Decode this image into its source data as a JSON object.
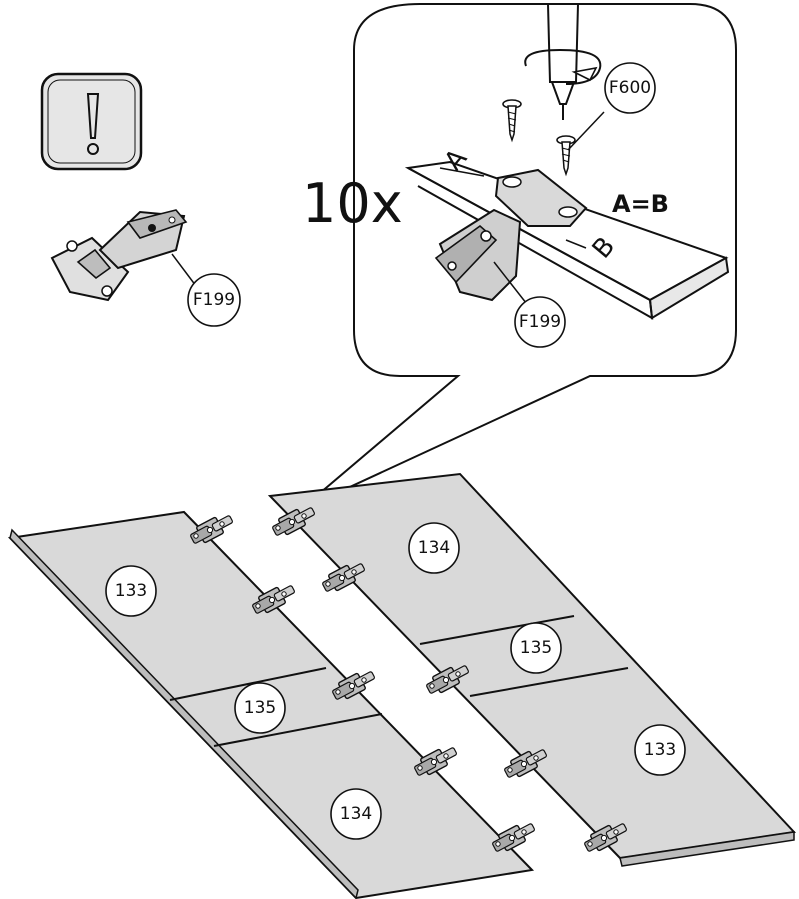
{
  "warning": {
    "glyph": "!"
  },
  "hinge_ref": "F199",
  "detail": {
    "quantity": "10x",
    "screw_ref": "F600",
    "hinge_ref": "F199",
    "dim_a": "A",
    "dim_b": "B",
    "rule": "A=B"
  },
  "panels": {
    "left_top": "133",
    "left_mid": "135",
    "left_bottom": "134",
    "right_top": "134",
    "right_mid": "135",
    "right_bottom": "133"
  },
  "colors": {
    "panel": "#d9d9d9",
    "line": "#111111",
    "hinge": "#a8a8a8"
  }
}
